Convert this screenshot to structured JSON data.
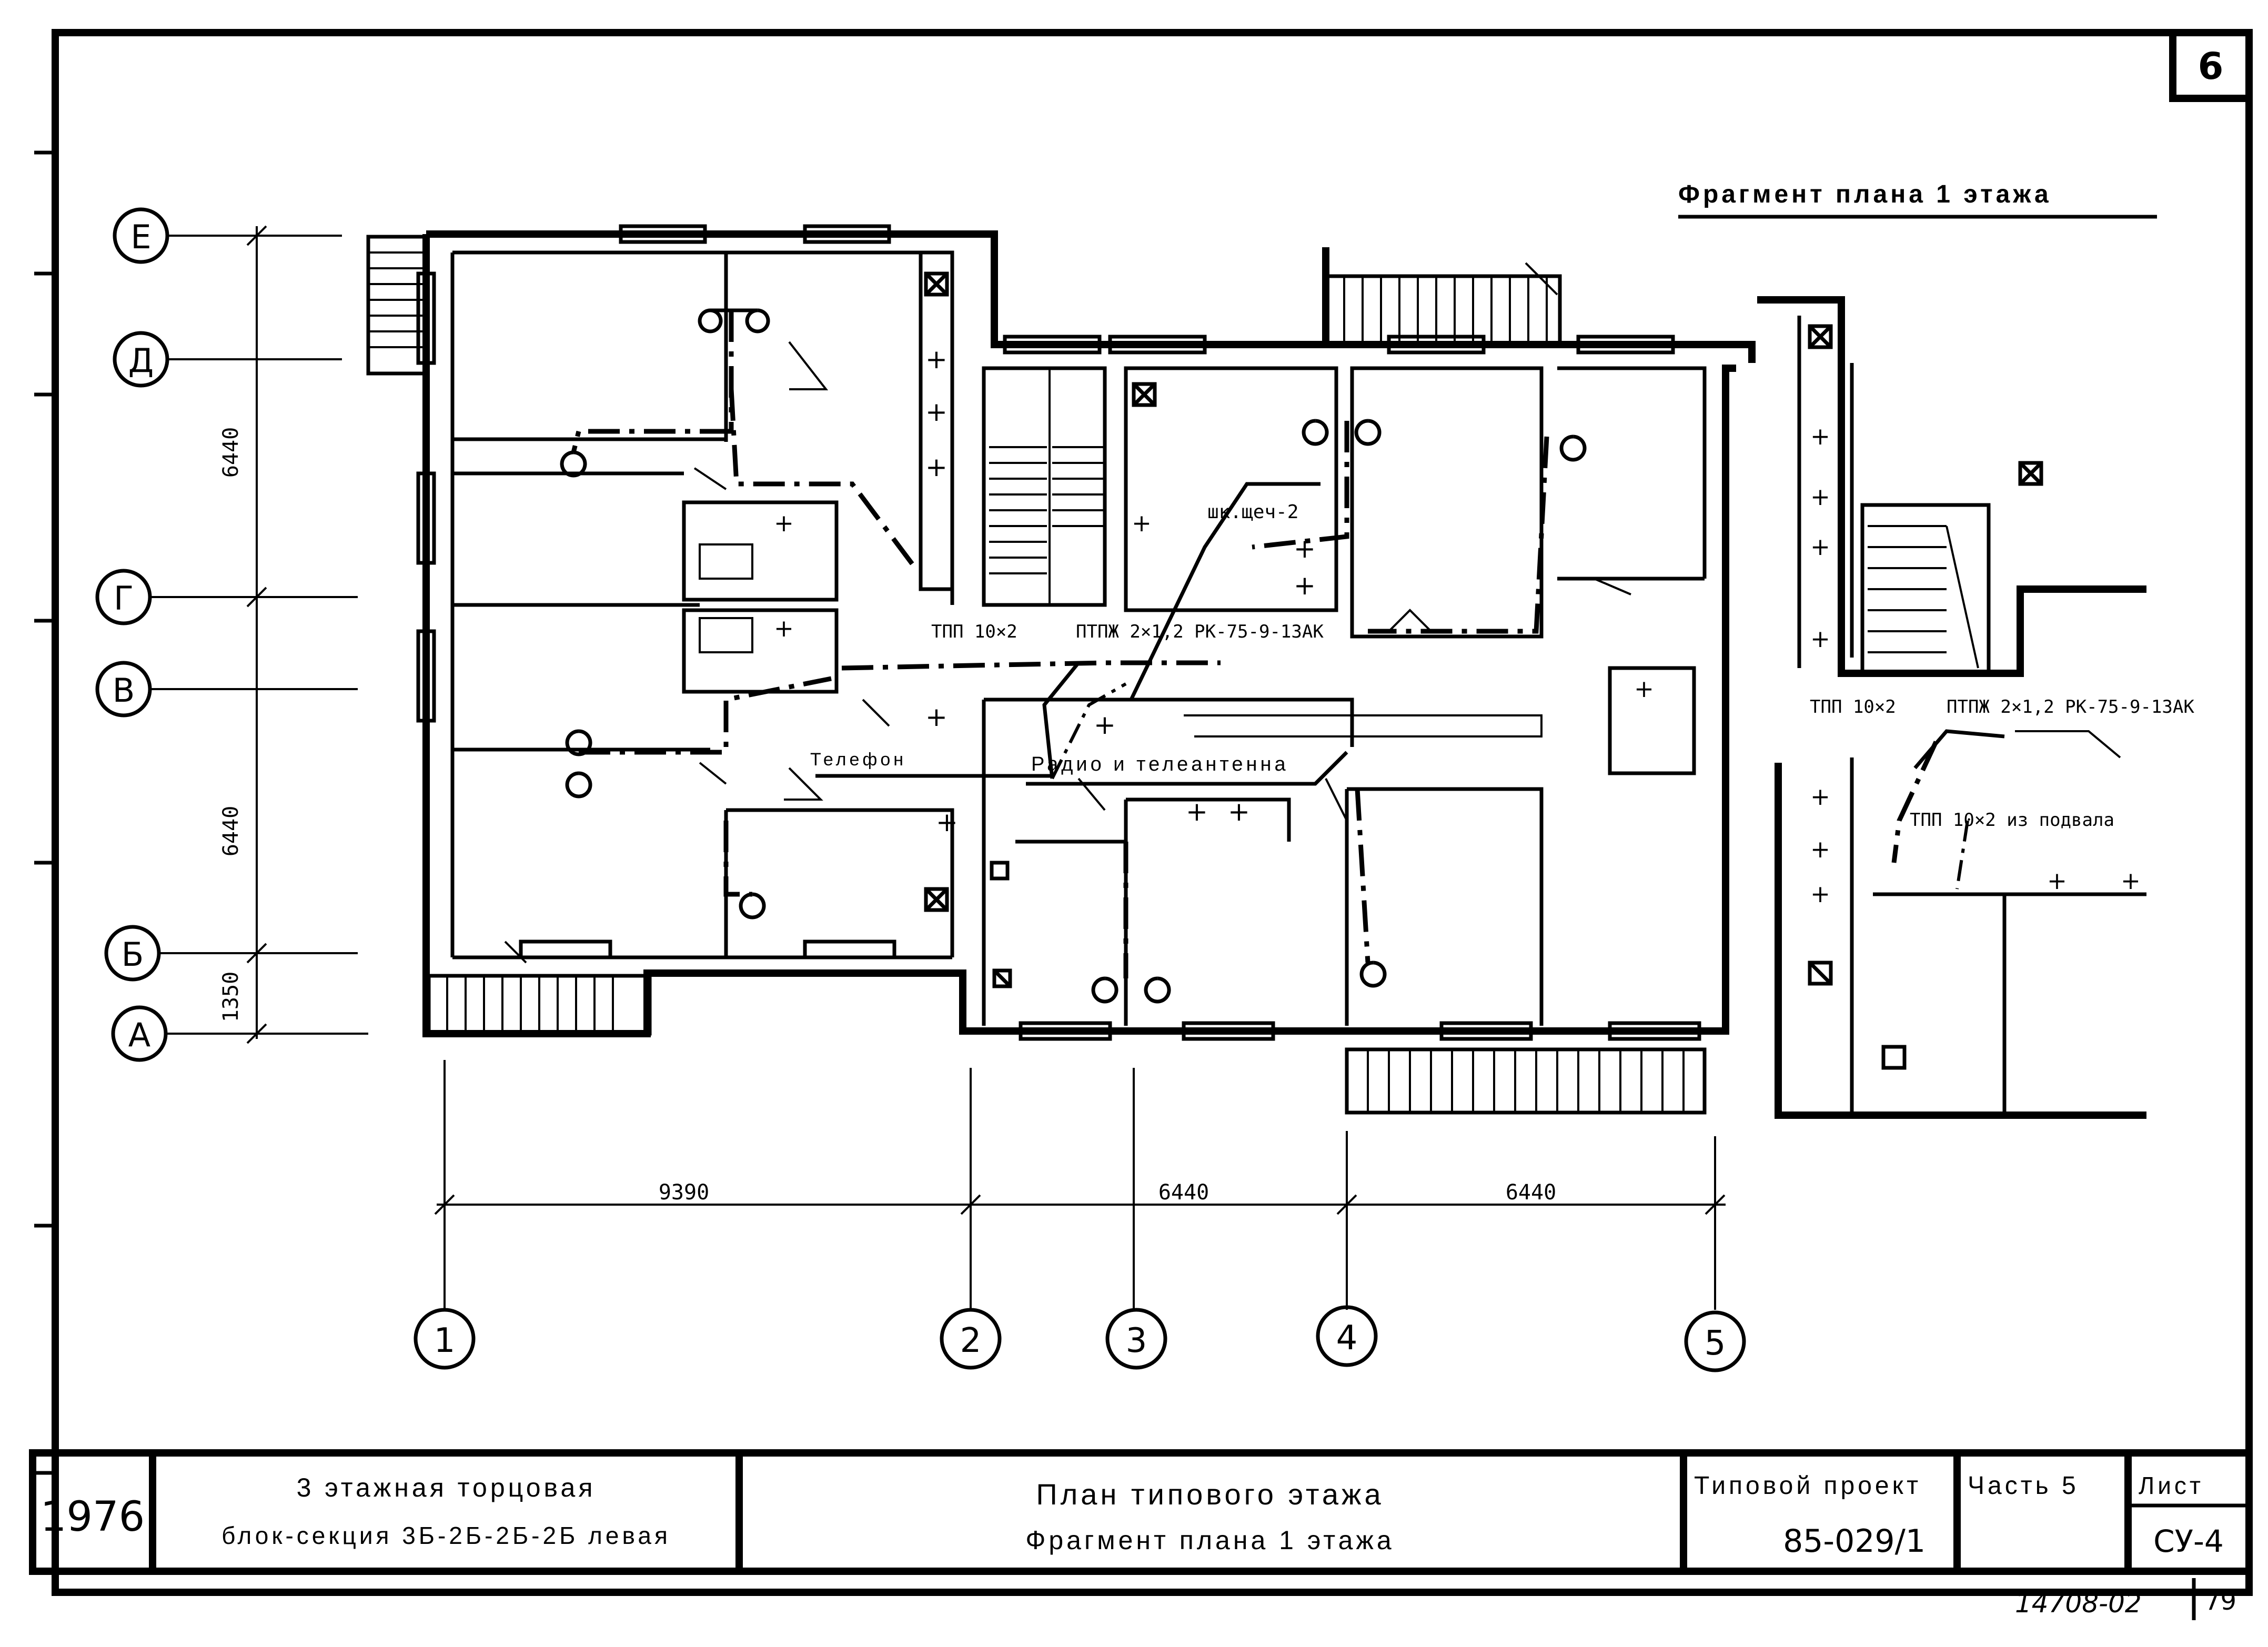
{
  "sheet": {
    "number": "6",
    "fragment_title": "Фрагмент плана 1 этажа",
    "archive_code": "14708-02",
    "page_mark": "79"
  },
  "axes": {
    "rows": [
      "Е",
      "Д",
      "Г",
      "В",
      "Б",
      "А"
    ],
    "cols": [
      "1",
      "2",
      "3",
      "4",
      "5"
    ]
  },
  "dimensions": {
    "vertical": [
      "6440",
      "6440",
      "1350"
    ],
    "horizontal": [
      "9390",
      "6440",
      "6440"
    ]
  },
  "annotations": {
    "shk": "шк.щеч-2",
    "tpp_main": "ТПП 10×2",
    "ptpzh_main": "ПТПЖ 2×1,2  РК-75-9-13АК",
    "telephone": "Телефон",
    "radio": "Радио и телеантенна",
    "tpp_right": "ТПП 10×2",
    "ptpzh_right": "ПТПЖ 2×1,2  РК-75-9-13АК",
    "tpp_basement": "ТПП 10×2  из подвала"
  },
  "title_block": {
    "year": "1976",
    "object_line1": "3 этажная торцовая",
    "object_line2": "блок-секция 3Б-2Б-2Б-2Б левая",
    "drawing_line1": "План типового этажа",
    "drawing_line2": "Фрагмент плана 1 этажа",
    "project_label": "Типовой проект",
    "project_code": "85-029/1",
    "part": "Часть 5",
    "sheet_label": "Лист",
    "sheet_code": "СУ-4"
  }
}
